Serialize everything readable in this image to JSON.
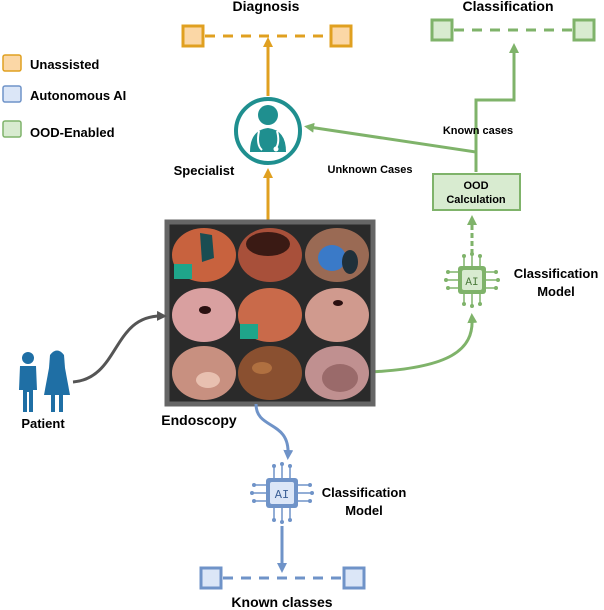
{
  "titles": {
    "diagnosis": "Diagnosis",
    "classification": "Classification",
    "known_classes": "Known classes"
  },
  "legend": [
    {
      "label": "Unassisted",
      "fill": "#fbd7a6",
      "stroke": "#e0a020"
    },
    {
      "label": "Autonomous AI",
      "fill": "#dbe6f7",
      "stroke": "#6f93c8"
    },
    {
      "label": "OOD-Enabled",
      "fill": "#d8ebd0",
      "stroke": "#7fb36a"
    }
  ],
  "nodes": {
    "specialist": "Specialist",
    "patient": "Patient",
    "endoscopy": "Endoscopy",
    "ood_line1": "OOD",
    "ood_line2": "Calculation",
    "model_right_line1": "Classification",
    "model_right_line2": "Model",
    "model_bottom_line1": "Classification",
    "model_bottom_line2": "Model",
    "ai_chip": "AI"
  },
  "edges": {
    "unknown_cases": "Unknown Cases",
    "known_cases": "Known cases"
  },
  "colors": {
    "unassisted": "#e0a020",
    "autonomous": "#6f93c8",
    "ood": "#7fb36a",
    "specialist": "#1f8f8f",
    "patient": "#1f6fa5",
    "frame": "#666666"
  }
}
